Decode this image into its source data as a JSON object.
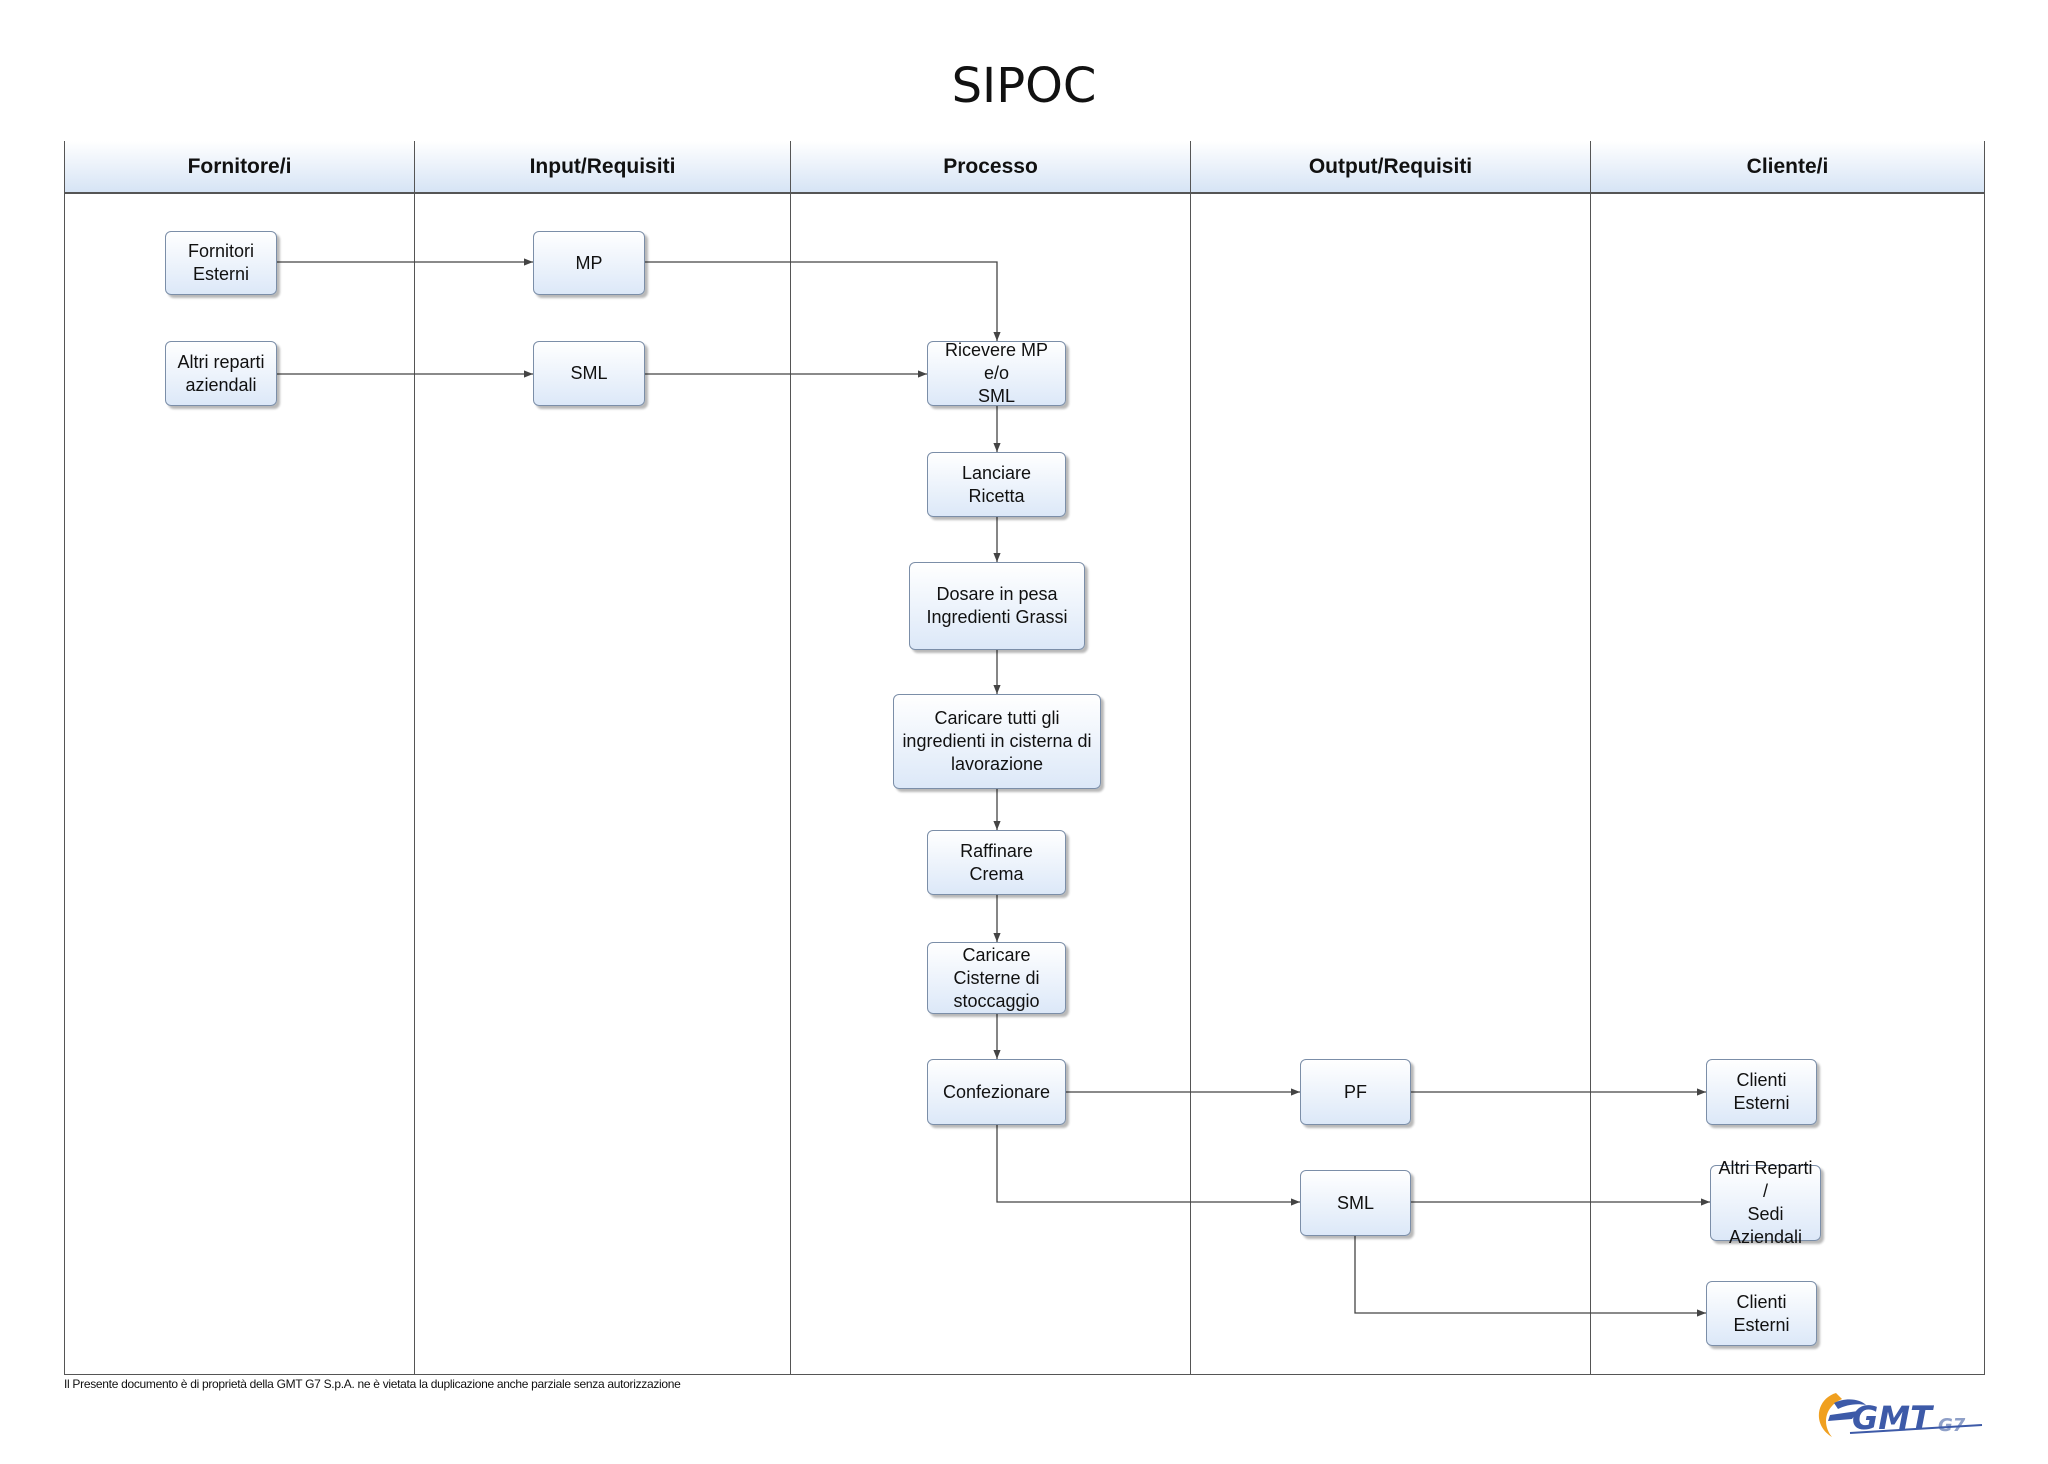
{
  "title": "SIPOC",
  "lanes": [
    "Fornitore/i",
    "Input/Requisiti",
    "Processo",
    "Output/Requisiti",
    "Cliente/i"
  ],
  "nodes": {
    "fornitori_esterni": "Fornitori\nEsterni",
    "altri_reparti": "Altri reparti\naziendali",
    "mp": "MP",
    "sml_in": "SML",
    "ricevere": "Ricevere MP e/o\nSML",
    "lanciare": "Lanciare\nRicetta",
    "dosare": "Dosare in pesa\nIngredienti Grassi",
    "caricare_ingr": "Caricare tutti gli\ningredienti in cisterna di\nlavorazione",
    "raffinare": "Raffinare\nCrema",
    "caricare_cist": "Caricare\nCisterne di\nstoccaggio",
    "confezionare": "Confezionare",
    "pf": "PF",
    "sml_out": "SML",
    "clienti_esterni_1": "Clienti\nEsterni",
    "altri_reparti_sedi": "Altri Reparti /\nSedi\nAziendali",
    "clienti_esterni_2": "Clienti\nEsterni"
  },
  "footer": "Il Presente documento è di proprietà della GMT G7 S.p.A. ne è vietata la duplicazione anche parziale senza autorizzazione",
  "logo": {
    "text": "GMT",
    "sub": "G7",
    "colors": {
      "blue": "#3d5aa8",
      "orange": "#f0a020"
    }
  },
  "colors": {
    "lane_header_top": "#ffffff",
    "lane_header_bottom": "#d6e4f5",
    "node_fill": "#dce8f8",
    "node_border": "#7b8ea8",
    "line": "#444444"
  }
}
